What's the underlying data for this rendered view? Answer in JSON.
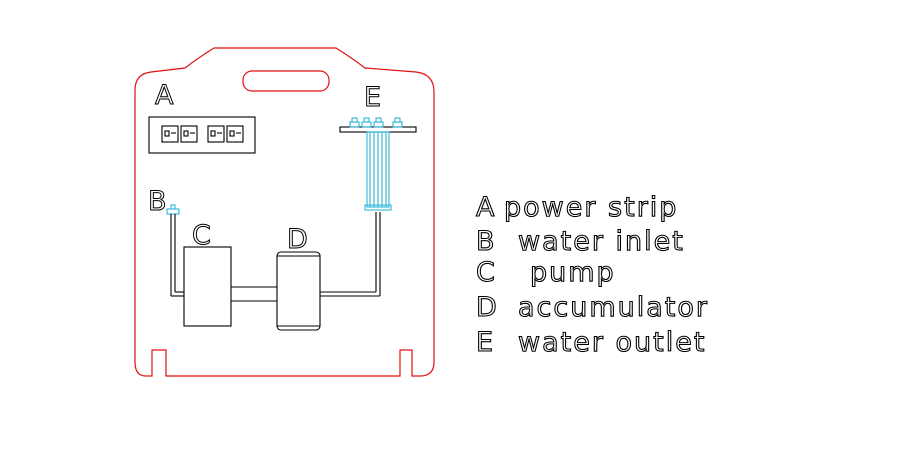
{
  "colors": {
    "panel_outline": "#e01010",
    "fixture_lines": "#000000",
    "water_lines": "#2ab6d8",
    "background": "#ffffff"
  },
  "labels": {
    "a": "A",
    "b": "B",
    "c": "C",
    "d": "D",
    "e": "E"
  },
  "legend": [
    {
      "letter": "A",
      "text": "power  strip"
    },
    {
      "letter": "B",
      "text": "water  inlet"
    },
    {
      "letter": "C",
      "text": "pump"
    },
    {
      "letter": "D",
      "text": "accumulator"
    },
    {
      "letter": "E",
      "text": "water  outlet"
    }
  ]
}
